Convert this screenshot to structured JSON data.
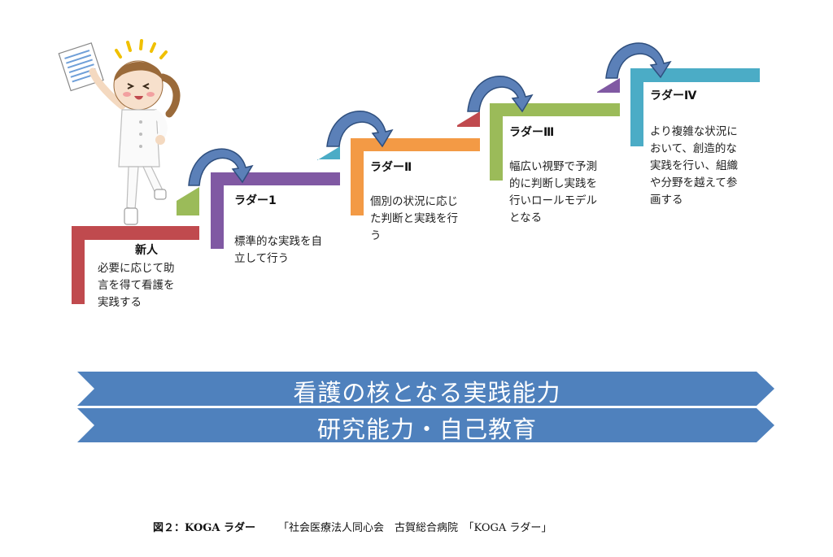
{
  "steps": [
    {
      "title": "新人",
      "desc": [
        "必要に応じて助",
        "言を得て看護を",
        "実践する"
      ]
    },
    {
      "title": "ラダー1",
      "desc": [
        "標準的な実践を自",
        "立して行う"
      ]
    },
    {
      "title": "ラダーⅡ",
      "desc": [
        "個別の状況に応じ",
        "た判断と実践を行",
        "う"
      ]
    },
    {
      "title": "ラダーⅢ",
      "desc": [
        "幅広い視野で予測",
        "的に判断し実践を",
        "行いロールモデル",
        "となる"
      ]
    },
    {
      "title": "ラダーⅣ",
      "desc": [
        "より複雑な状況に",
        "おいて、創造的な",
        "実践を行い、組織",
        "や分野を越えて参",
        "画する"
      ]
    }
  ],
  "banners": [
    "看護の核となる実践能力",
    "研究能力・自己教育"
  ],
  "caption": {
    "label": "図２：KOGA ラダー",
    "source": "「社会医療法人同心会　古賀総合病院　「KOGA ラダー」"
  },
  "colors": {
    "step_new": "#c04a4e",
    "step_1": "#8059a3",
    "step_2": "#f39a45",
    "step_3": "#9bbb59",
    "step_4": "#4bacc6",
    "arrow": "#5b80b8",
    "banner": "#4f81bd"
  },
  "icons": [
    "nurse-illustration",
    "curved-arrow-icon",
    "chevron-arrow-banner"
  ]
}
